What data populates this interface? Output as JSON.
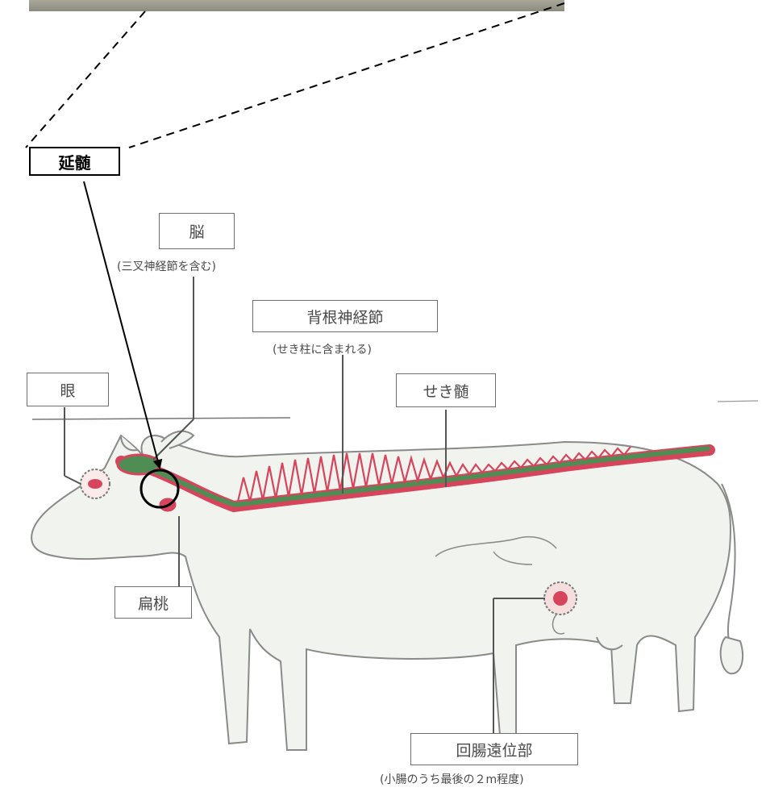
{
  "labels": {
    "medulla": "延髄",
    "brain": "脳",
    "brain_note": "(三叉神経節を含む)",
    "dorsal_root_ganglion": "背根神経節",
    "dorsal_root_note": "(せき柱に含まれる)",
    "spinal_cord": "せき髄",
    "eye": "眼",
    "tonsil": "扁桃",
    "distal_ileum": "回腸遠位部",
    "distal_ileum_note": "(小腸のうち最後の２m程度)"
  },
  "colors": {
    "highlight_red": "#d6455b",
    "nerve_green": "#4f8d55",
    "outline_gray": "#8a8a8a"
  }
}
